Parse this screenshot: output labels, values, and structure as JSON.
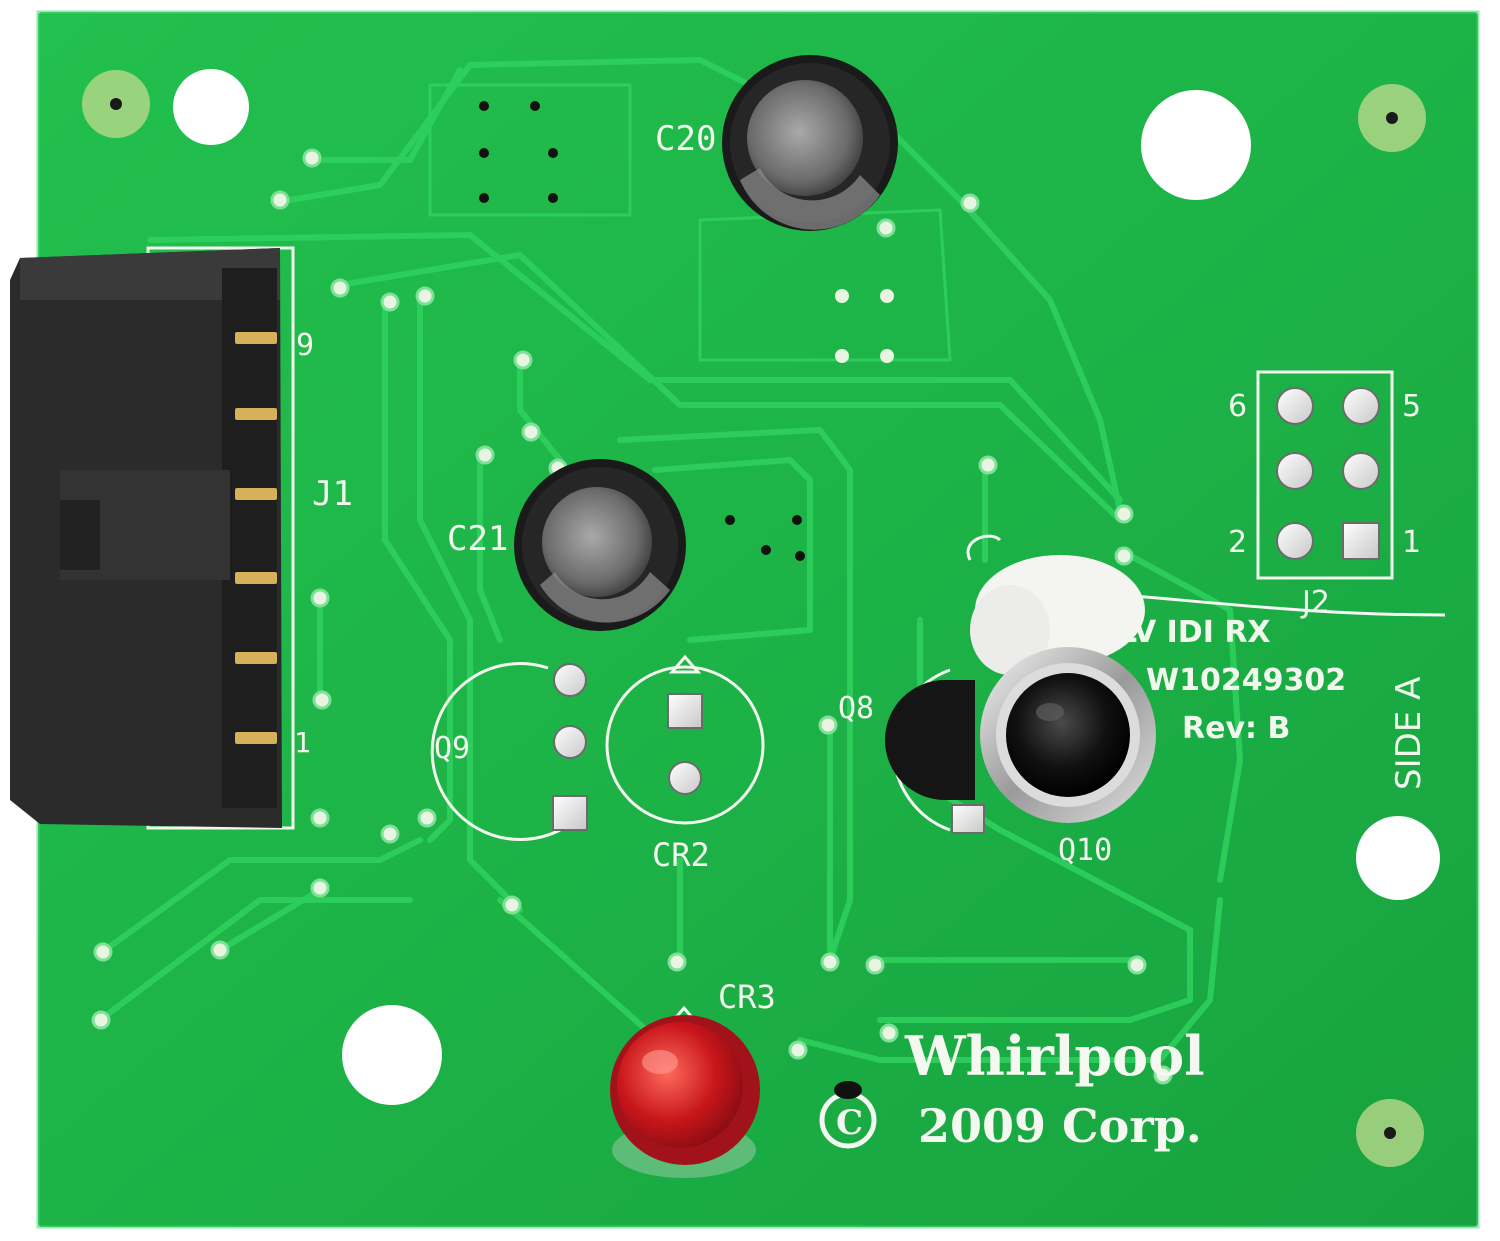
{
  "board": {
    "part_number": "W10249302",
    "board_name": "LV IDI RX",
    "revision": "Rev: B",
    "side": "SIDE A",
    "brand": "Whirlpool",
    "copyright_symbol": "C",
    "copyright_line": "2009 Corp."
  },
  "connector_j1": {
    "ref": "J1",
    "pin_first": "1",
    "pin_last": "9"
  },
  "header_j2": {
    "ref": "J2",
    "pin_labels": {
      "p6": "6",
      "p5": "5",
      "p2": "2",
      "p1": "1"
    }
  },
  "refs": {
    "c20": "C20",
    "c21": "C21",
    "q8": "Q8",
    "q9": "Q9",
    "q10": "Q10",
    "cr2": "CR2",
    "cr3": "CR3"
  },
  "colors": {
    "pcb": "#1fb84a",
    "trace": "#2ccf5c",
    "silk": "#f2f7ee",
    "connector": "#2a2a2a",
    "led": "#c8161b",
    "capacitor": "#1c1c1c"
  }
}
